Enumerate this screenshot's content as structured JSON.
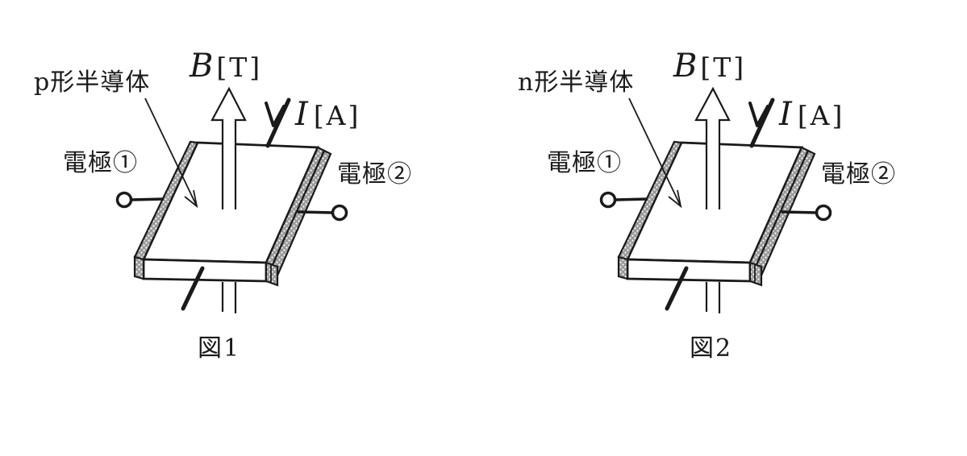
{
  "figures": [
    {
      "type_label": "p形半導体",
      "field_var": "B",
      "field_unit": "[T]",
      "current_var": "I",
      "current_unit": "[A]",
      "electrode1": "電極①",
      "electrode2": "電極②",
      "caption": "図1"
    },
    {
      "type_label": "n形半導体",
      "field_var": "B",
      "field_unit": "[T]",
      "current_var": "I",
      "current_unit": "[A]",
      "electrode1": "電極①",
      "electrode2": "電極②",
      "caption": "図2"
    }
  ],
  "colors": {
    "ink": "#1a1a1a",
    "background": "#ffffff",
    "electrode_stipple": "#999999"
  }
}
